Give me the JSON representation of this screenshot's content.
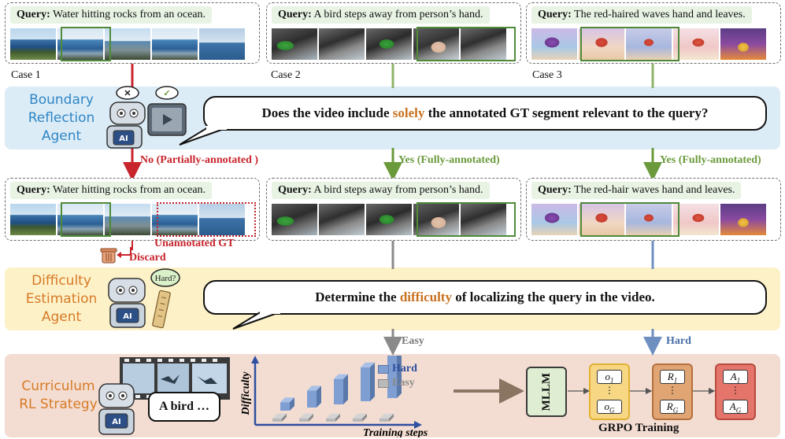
{
  "cases": [
    {
      "label": "Case 1",
      "query_key": "Query:",
      "query_text": "Water hitting rocks from an ocean."
    },
    {
      "label": "Case 2",
      "query_key": "Query:",
      "query_text": "A bird steps away from person’s hand."
    },
    {
      "label": "Case 3",
      "query_key": "Query:",
      "query_text": "The red-haired waves hand and leaves."
    }
  ],
  "cases_row2": [
    {
      "query_key": "Query:",
      "query_text": "Water hitting rocks from an ocean."
    },
    {
      "query_key": "Query:",
      "query_text": "A bird steps away from person’s hand."
    },
    {
      "query_key": "Query:",
      "query_text": "The red-hair waves hand and leaves."
    }
  ],
  "agents": {
    "boundary": {
      "line1": "Boundary",
      "line2": "Reflection",
      "line3": "Agent"
    },
    "difficulty": {
      "line1": "Difficulty",
      "line2": "Estimation",
      "line3": "Agent"
    },
    "curriculum": {
      "line1": "Curriculum",
      "line2": "RL Strategy"
    }
  },
  "bubbles": {
    "q1_pre": "Does the video include ",
    "q1_hl": "solely",
    "q1_post": " the annotated GT segment relevant to the query?",
    "q2_pre": "Determine the ",
    "q2_hl": "difficulty",
    "q2_post": " of localizing the query in the video.",
    "bird": "A bird …",
    "hard": "Hard?"
  },
  "robot_ai": "AI",
  "arrows": {
    "no": "No (Partially-annotated )",
    "yes1": "Yes (Fully-annotated)",
    "yes2": "Yes (Fully-annotated)",
    "easy": "Easy",
    "hard": "Hard"
  },
  "labels": {
    "unannotated": "Unannotated GT",
    "discard": "Discard"
  },
  "chart_data": {
    "type": "bar",
    "ylabel": "Difficulty",
    "xlabel": "Training steps",
    "legend": [
      "Hard",
      "Easy"
    ],
    "legend_placement": "right",
    "series": [
      {
        "name": "Easy",
        "values": [
          1,
          1,
          1,
          1,
          1
        ]
      },
      {
        "name": "Hard",
        "values": [
          1,
          2,
          3,
          4,
          5
        ]
      }
    ]
  },
  "grpo": {
    "mllm": "MLLM",
    "o_top": "o",
    "o_top_sub": "1",
    "o_bot": "o",
    "o_bot_sub": "G",
    "r_top": "R",
    "r_top_sub": "1",
    "r_bot": "R",
    "r_bot_sub": "G",
    "a_top": "A",
    "a_top_sub": "1",
    "a_bot": "A",
    "a_bot_sub": "G",
    "vdots": "⋮",
    "title": "GRPO Training"
  },
  "colors": {
    "blue_band": "#dcecf6",
    "yellow_band": "#fdf1c8",
    "peach_band": "#f3ddd2",
    "green_gt": "#4f8a3a",
    "red_arrow": "#c8242c",
    "green_arrow": "#6b9a3c",
    "highlight": "#c8711f"
  }
}
